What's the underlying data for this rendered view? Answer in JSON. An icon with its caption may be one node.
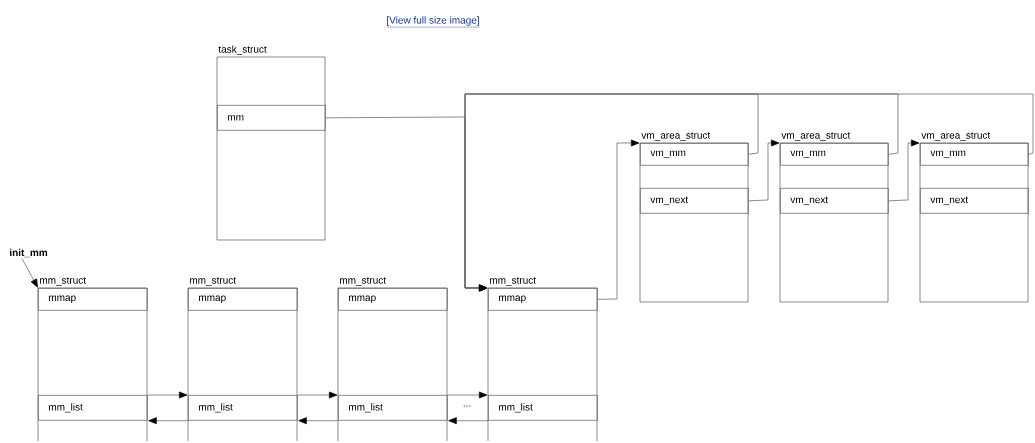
{
  "diagram": {
    "nodes": [
      {
        "text": [
          "task_struct"
        ]
      },
      {
        "text": [
          "mm"
        ],
        "in": 0
      },
      {
        "text": [
          "vm_area_struct"
        ]
      },
      {
        "text": [
          "vm_mm"
        ],
        "in": 2
      },
      {
        "text": [
          "vm_next"
        ],
        "in": 2
      },
      {
        "text": [
          "vm_area_struct"
        ]
      },
      {
        "text": [
          "vm_mm"
        ],
        "in": 5
      },
      {
        "text": [
          "vm_next"
        ],
        "in": 5
      },
      {
        "text": [
          "vm_area_struct"
        ]
      },
      {
        "text": [
          "vm_mm"
        ],
        "in": 8
      },
      {
        "text": [
          "vm_next"
        ],
        "in": 8
      },
      {
        "text": [
          "init_mm"
        ]
      },
      {
        "text": [
          "mm_struct"
        ]
      },
      {
        "text": [
          "mmap"
        ],
        "in": 12
      },
      {
        "text": [
          "mm_list"
        ],
        "in": 12
      },
      {
        "text": [
          "mm_struct"
        ]
      },
      {
        "text": [
          "mmap"
        ],
        "in": 15
      },
      {
        "text": [
          "mm_list"
        ],
        "in": 15
      },
      {
        "text": [
          "mm_struct"
        ]
      },
      {
        "text": [
          "mmap"
        ],
        "in": 18
      },
      {
        "text": [
          "mm_list"
        ],
        "in": 18
      },
      {
        "text": [
          "mm_struct"
        ]
      },
      {
        "text": [
          "mmap"
        ],
        "in": 21
      },
      {
        "text": [
          "mm_list"
        ],
        "in": 21
      }
    ],
    "edges": [
      {
        "from": 1,
        "to": 21,
        "arrow": "to"
      },
      {
        "from": 3,
        "to": 21,
        "arrow": "to"
      },
      {
        "from": 6,
        "to": 21,
        "arrow": "to"
      },
      {
        "from": 9,
        "to": 21,
        "arrow": "to"
      },
      {
        "from": 22,
        "to": 2,
        "arrow": "to"
      },
      {
        "from": 4,
        "to": 5,
        "arrow": "to"
      },
      {
        "from": 7,
        "to": 8,
        "arrow": "to"
      },
      {
        "from": 11,
        "to": 12,
        "arrow": "to"
      },
      {
        "from": 14,
        "to": 17,
        "arrow": "to"
      },
      {
        "from": 17,
        "to": 14,
        "arrow": "to"
      },
      {
        "from": 17,
        "to": 20,
        "arrow": "to"
      },
      {
        "from": 20,
        "to": 17,
        "arrow": "to"
      },
      {
        "from": 20,
        "to": 23,
        "arrow": "to"
      },
      {
        "from": 23,
        "to": 20,
        "arrow": "to"
      }
    ],
    "labels": [
      "[View full size image]",
      "..."
    ]
  }
}
